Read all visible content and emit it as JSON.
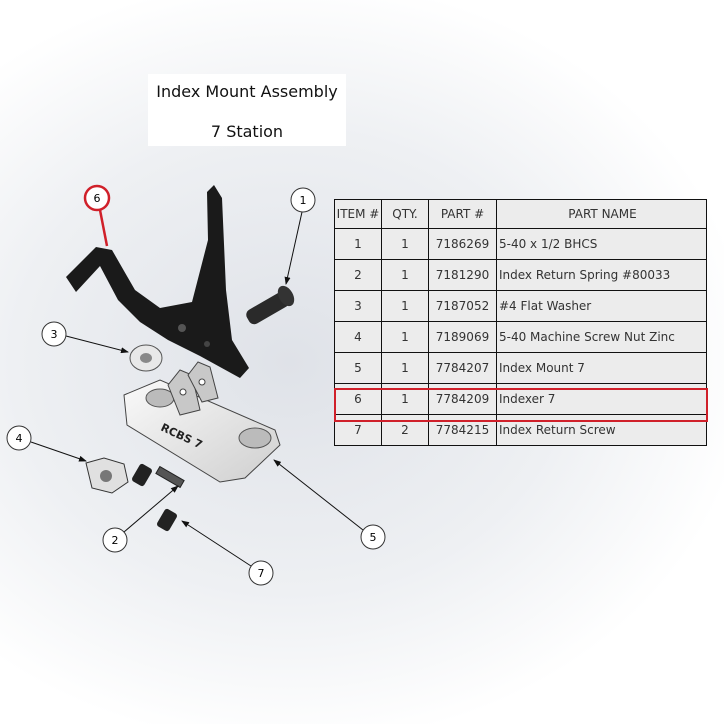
{
  "title": {
    "line1": "Index Mount Assembly",
    "line2": "7 Station"
  },
  "engraving": "RCBS 7",
  "highlight_color": "#d0202a",
  "balloons": [
    "1",
    "2",
    "3",
    "4",
    "5",
    "6",
    "7"
  ],
  "bom": {
    "headers": [
      "ITEM #",
      "QTY.",
      "PART #",
      "PART NAME"
    ],
    "rows": [
      [
        "1",
        "1",
        "7186269",
        "5-40 x 1/2 BHCS"
      ],
      [
        "2",
        "1",
        "7181290",
        "Index Return Spring #80033"
      ],
      [
        "3",
        "1",
        "7187052",
        "#4 Flat Washer"
      ],
      [
        "4",
        "1",
        "7189069",
        "5-40 Machine Screw Nut Zinc"
      ],
      [
        "5",
        "1",
        "7784207",
        "Index Mount 7"
      ],
      [
        "6",
        "1",
        "7784209",
        "Indexer 7"
      ],
      [
        "7",
        "2",
        "7784215",
        "Index Return Screw"
      ]
    ],
    "highlighted_item": "6"
  }
}
